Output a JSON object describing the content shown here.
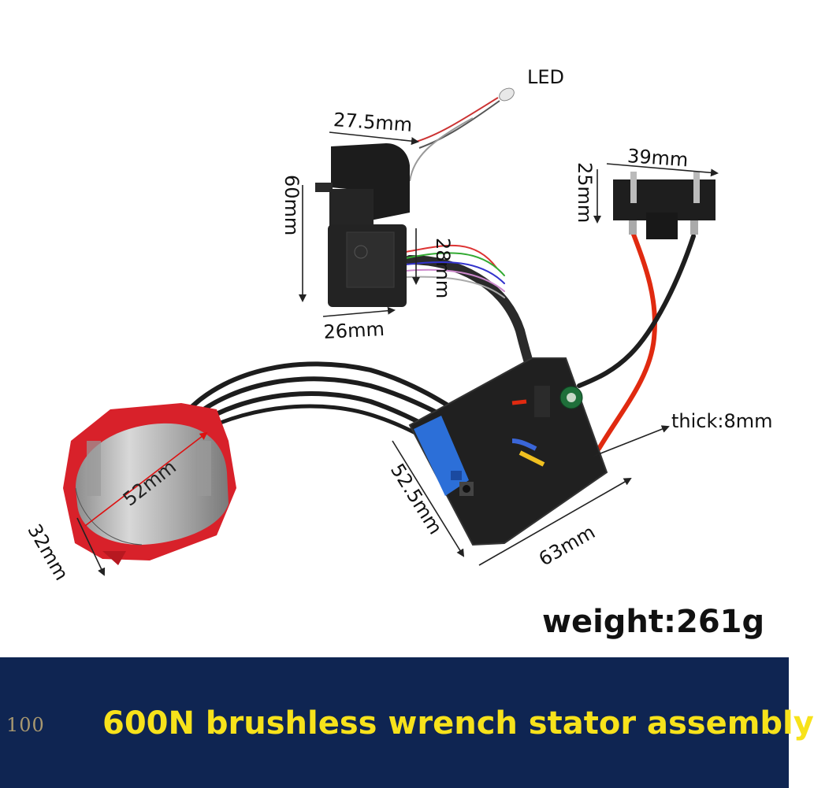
{
  "photo": {
    "led_label": "LED",
    "switch_width": "27.5mm",
    "switch_height": "60mm",
    "switch_depth": "28mm",
    "switch_base": "26mm",
    "terminal_width": "39mm",
    "terminal_height": "25mm",
    "board_thickness": "thick:8mm",
    "board_length": "63mm",
    "board_width": "52.5mm",
    "stator_diameter": "52mm",
    "stator_height": "32mm"
  },
  "weight_label": "weight:261g",
  "banner": {
    "mark": "100",
    "title": "600N brushless wrench stator assembly",
    "background": "#0f2552",
    "title_color": "#f7e21b"
  }
}
